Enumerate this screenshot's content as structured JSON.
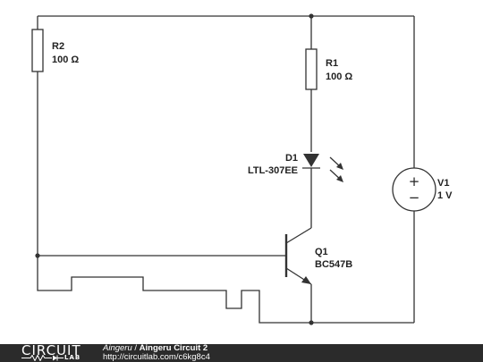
{
  "schematic": {
    "r2": {
      "ref": "R2",
      "value": "100 Ω"
    },
    "r1": {
      "ref": "R1",
      "value": "100 Ω"
    },
    "d1": {
      "ref": "D1",
      "value": "LTL-307EE"
    },
    "v1": {
      "ref": "V1",
      "value": "1 V",
      "plus": "+",
      "minus": "−"
    },
    "q1": {
      "ref": "Q1",
      "value": "BC547B"
    }
  },
  "footer": {
    "logo_main": "CIRCUIT",
    "logo_sub": "LAB",
    "author": "Aingeru",
    "separator": " / ",
    "title": "Aingeru Circuit 2",
    "url": "http://circuitlab.com/c6kg8c4"
  },
  "colors": {
    "wire": "#333333",
    "footer_bg": "#2b2b2b",
    "text": "#222222"
  }
}
